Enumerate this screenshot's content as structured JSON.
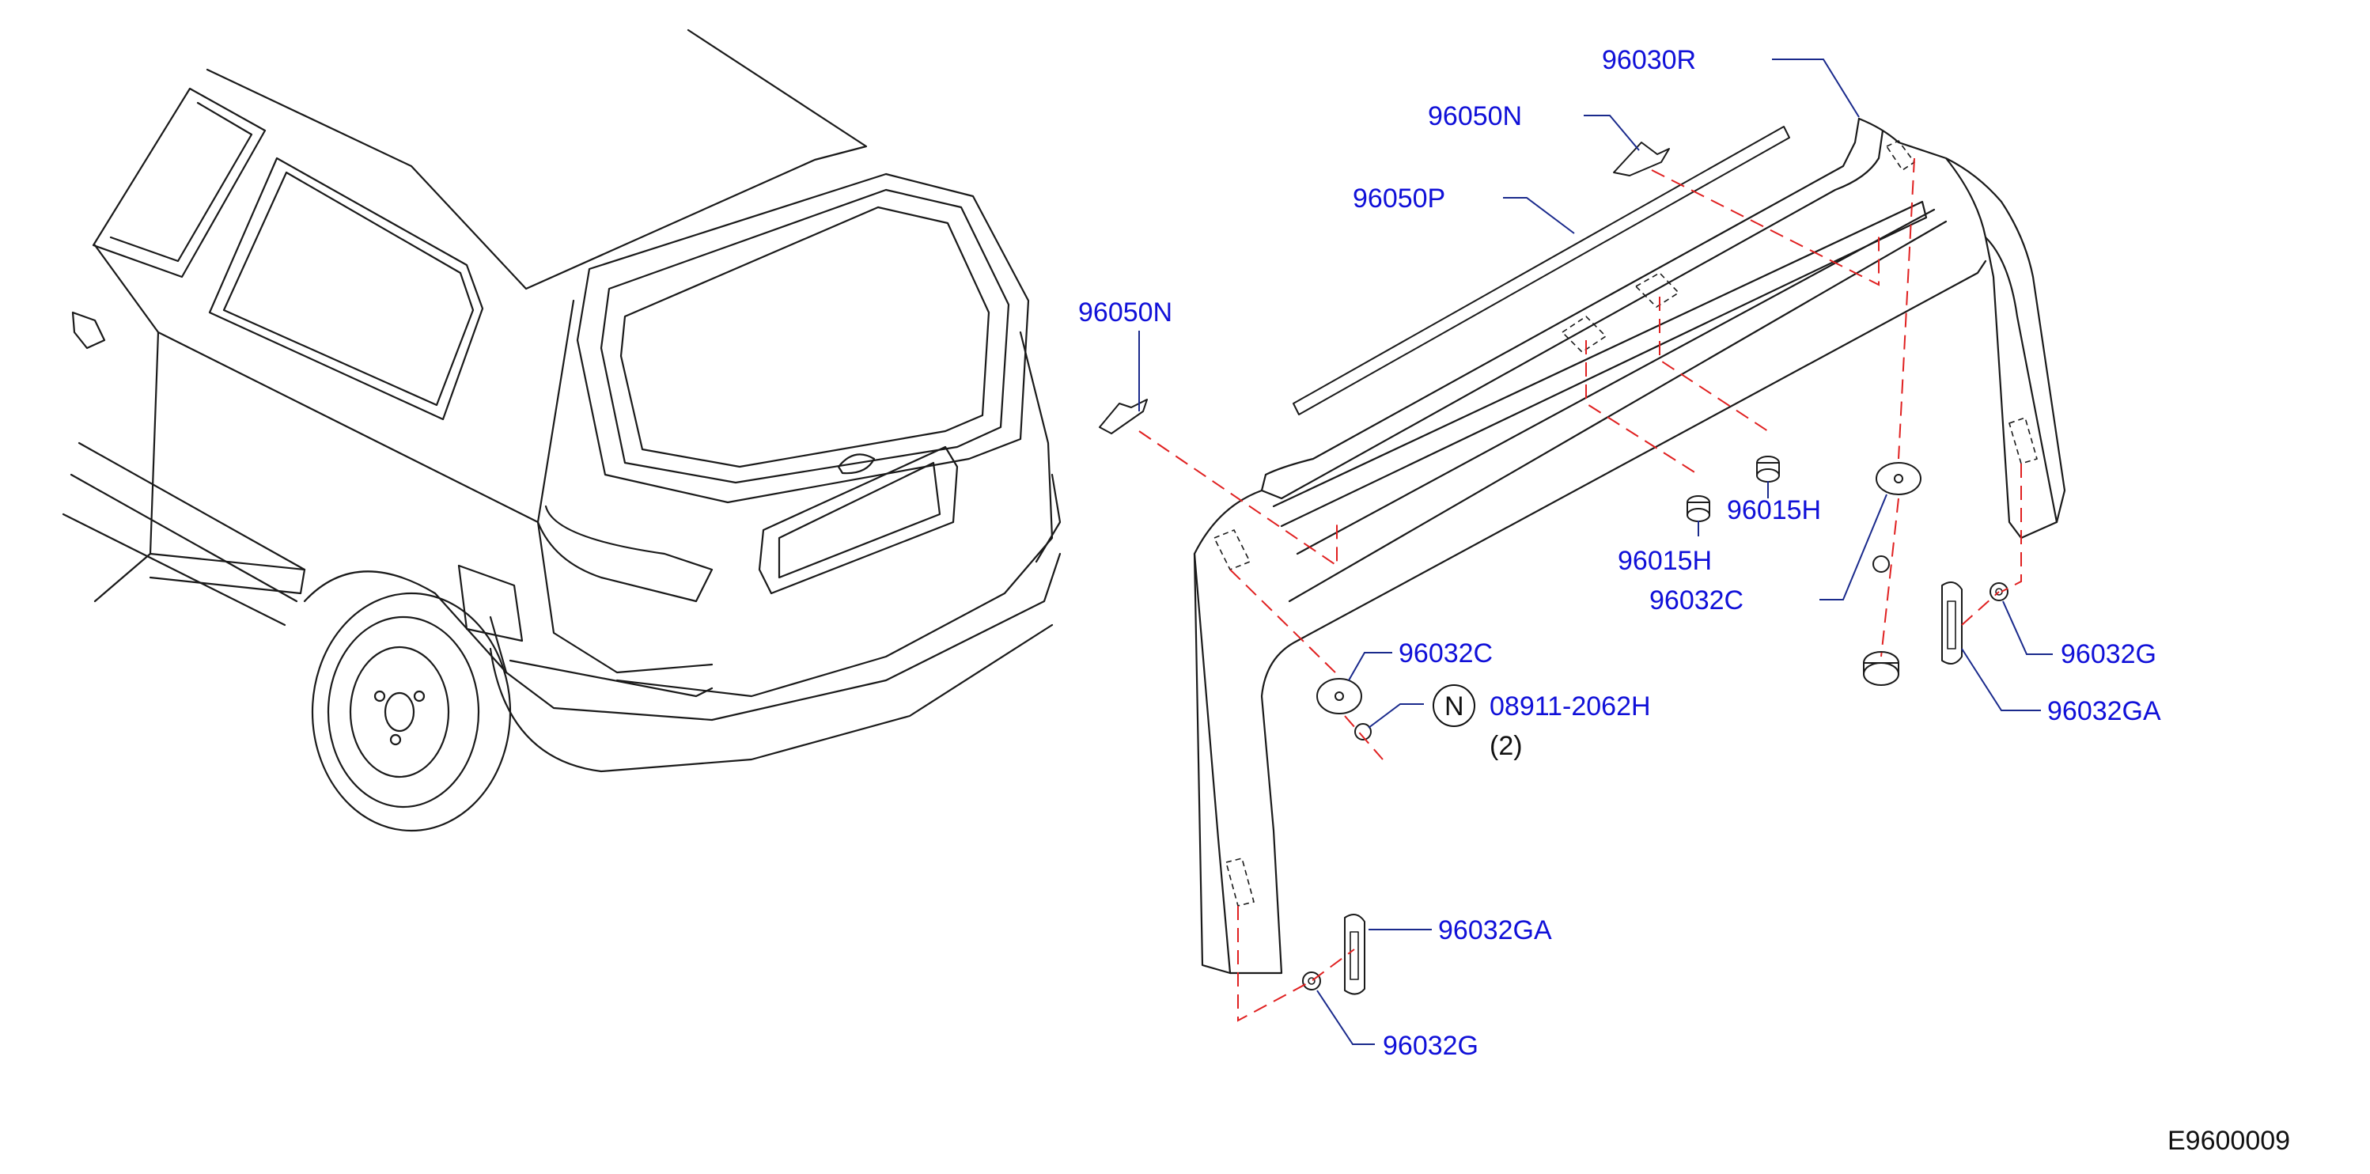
{
  "callouts": {
    "trim_96030R": "96030R",
    "clip_96050N_top": "96050N",
    "molding_96050P": "96050P",
    "clip_96050N_left": "96050N",
    "grommet_96015H_right": "96015H",
    "grommet_96015H_left": "96015H",
    "bushing_96032C_right": "96032C",
    "bushing_96032C_left": "96032C",
    "nut_08911": "08911-2062H",
    "nut_qty": "(2)",
    "nut_symbol": "N",
    "washer_96032G_right": "96032G",
    "fastener_96032GA_right": "96032GA",
    "fastener_96032GA_left": "96032GA",
    "washer_96032G_left": "96032G"
  },
  "figure_id": "E9600009",
  "colors": {
    "callout_text": "#1010d8",
    "leader": "#1a2a8c",
    "phantom_line": "#e02020",
    "drawing": "#1a1a1a"
  }
}
